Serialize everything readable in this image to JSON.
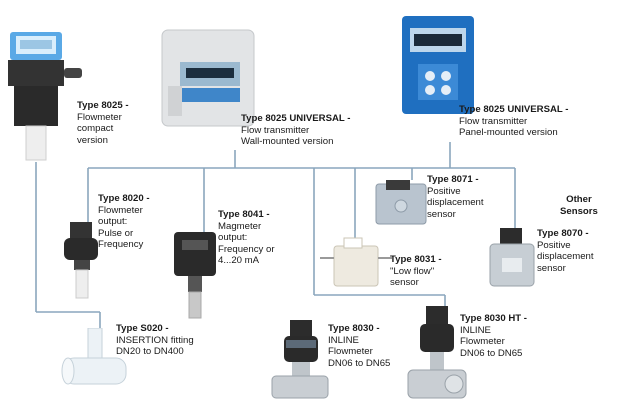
{
  "products": {
    "p8025": {
      "title": "Type 8025 -",
      "desc": "Flowmeter\ncompact\nversion"
    },
    "p8025_wall": {
      "title": "Type 8025 UNIVERSAL -",
      "desc": "Flow transmitter\nWall-mounted version"
    },
    "p8025_panel": {
      "title": "Type 8025 UNIVERSAL -",
      "desc": "Flow transmitter\nPanel-mounted version"
    },
    "p8020": {
      "title": "Type 8020 -",
      "desc": "Flowmeter\noutput:\nPulse or\nFrequency"
    },
    "p8041": {
      "title": "Type 8041 -",
      "desc": "Magmeter\noutput:\nFrequency or\n4...20 mA"
    },
    "p8071": {
      "title": "Type 8071 -",
      "desc": "Positive\ndisplacement\nsensor"
    },
    "p8031": {
      "title": "Type 8031 -",
      "desc": "\"Low flow\"\nsensor"
    },
    "p8070": {
      "title": "Type 8070 -",
      "desc": "Positive\ndisplacement\nsensor"
    },
    "s020": {
      "title": "Type S020 -",
      "desc": "INSERTION fitting\nDN20 to DN400"
    },
    "p8030": {
      "title": "Type 8030 -",
      "desc": "INLINE\nFlowmeter\nDN06 to DN65"
    },
    "p8030ht": {
      "title": "Type 8030 HT -",
      "desc": "INLINE\nFlowmeter\nDN06 to DN65"
    }
  },
  "other_sensors": "Other\nSensors",
  "colors": {
    "line": "#8aa6bd",
    "accent_blue": "#1f6fc0",
    "device_dark": "#2a2a2a",
    "housing_grey": "#e4e6e8"
  }
}
